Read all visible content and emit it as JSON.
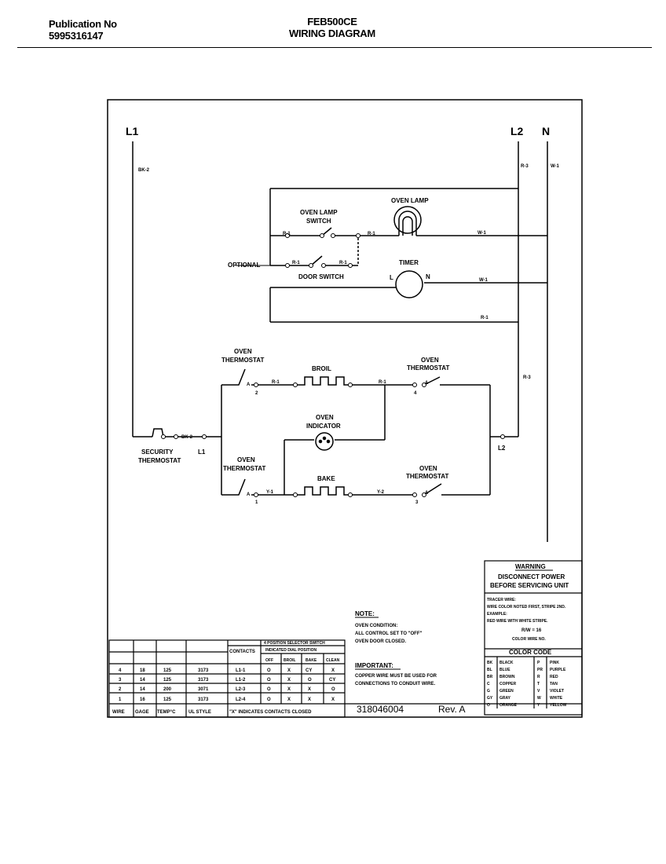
{
  "header": {
    "publication_label": "Publication No",
    "publication_number": "5995316147",
    "model": "FEB500CE",
    "title": "WIRING DIAGRAM"
  },
  "diagram": {
    "rails": {
      "l1": "L1",
      "l2": "L2",
      "n": "N"
    },
    "wires": {
      "bk2_top": "BK-2",
      "r3_top": "R-3",
      "w1_top": "W-1",
      "r1_a": "R-1",
      "r1_b": "R-1",
      "w1_lamp": "W-1",
      "r1_c": "R-1",
      "r1_d": "R-1",
      "w1_timer": "W-1",
      "r1_timer": "R-1",
      "r1_broil": "R-1",
      "r1_broil2": "R-1",
      "r3_mid": "R-3",
      "bk2_sec": "BK-2",
      "y1_bake": "Y-1",
      "y2_bake": "Y-2"
    },
    "components": {
      "oven_lamp": "OVEN LAMP",
      "oven_lamp_switch_1": "OVEN LAMP",
      "oven_lamp_switch_2": "SWITCH",
      "optional": "OPTIONAL",
      "door_switch": "DOOR SWITCH",
      "timer": "TIMER",
      "timer_l": "L",
      "timer_n": "N",
      "oven_thermostat_1a": "OVEN",
      "oven_thermostat_1b": "THERMOSTAT",
      "broil": "BROIL",
      "oven_thermostat_2a": "OVEN",
      "oven_thermostat_2b": "THERMOSTAT",
      "oven_indicator_1": "OVEN",
      "oven_indicator_2": "INDICATOR",
      "security_1": "SECURITY",
      "security_2": "THERMOSTAT",
      "l1_term": "L1",
      "l2_term": "L2",
      "oven_thermostat_3a": "OVEN",
      "oven_thermostat_3b": "THERMOSTAT",
      "bake": "BAKE",
      "oven_thermostat_4a": "OVEN",
      "oven_thermostat_4b": "THERMOSTAT",
      "t2": "2",
      "t4": "4",
      "t1": "1",
      "t3": "3",
      "ta": "A",
      "tb": "A",
      "tc": "A",
      "td": "A"
    }
  },
  "warning": {
    "title": "WARNING",
    "line1": "DISCONNECT POWER",
    "line2": "BEFORE SERVICING UNIT",
    "tracer_title": "TRACER WIRE:",
    "tracer_1": "WIRE COLOR NOTED FIRST, STRIPE 2ND.",
    "tracer_2": "EXAMPLE:",
    "tracer_3": "RED WIRE WITH WHITE STRIPE.",
    "tracer_4": "R/W = 16",
    "tracer_5": "COLOR WIRE NO."
  },
  "color_code": {
    "title": "COLOR CODE",
    "rows": [
      [
        "BK",
        "BLACK",
        "P",
        "PINK"
      ],
      [
        "BL",
        "BLUE",
        "PR",
        "PURPLE"
      ],
      [
        "BR",
        "BROWN",
        "R",
        "RED"
      ],
      [
        "C",
        "COPPER",
        "T",
        "TAN"
      ],
      [
        "G",
        "GREEN",
        "V",
        "VIOLET"
      ],
      [
        "GY",
        "GRAY",
        "W",
        "WHITE"
      ],
      [
        "O",
        "ORANGE",
        "Y",
        "YELLOW"
      ]
    ]
  },
  "notes": {
    "note_title": "NOTE:",
    "note_1": "OVEN CONDITION:",
    "note_2": "ALL CONTROL SET TO \"OFF\"",
    "note_3": "OVEN DOOR CLOSED.",
    "important_title": "IMPORTANT:",
    "important_1": "COPPER WIRE MUST BE USED FOR",
    "important_2": "CONNECTIONS TO CONDUIT WIRE."
  },
  "contacts_table": {
    "header_top": "4 POSITION SELECTOR SWITCH",
    "contacts_label": "CONTACTS",
    "sub_header": "INDICATED DIAL POSITION",
    "positions": [
      "OFF",
      "BROIL",
      "BAKE",
      "CLEAN"
    ],
    "rows": [
      {
        "wire": "4",
        "gage": "18",
        "temp": "125",
        "ul": "3173",
        "contact": "L1-1",
        "vals": [
          "O",
          "X",
          "CY",
          "X"
        ]
      },
      {
        "wire": "3",
        "gage": "14",
        "temp": "125",
        "ul": "3173",
        "contact": "L1-2",
        "vals": [
          "O",
          "X",
          "O",
          "CY"
        ]
      },
      {
        "wire": "2",
        "gage": "14",
        "temp": "200",
        "ul": "3071",
        "contact": "L2-3",
        "vals": [
          "O",
          "X",
          "X",
          "O"
        ]
      },
      {
        "wire": "1",
        "gage": "16",
        "temp": "125",
        "ul": "3173",
        "contact": "L2-4",
        "vals": [
          "O",
          "X",
          "X",
          "X"
        ]
      }
    ],
    "footer": [
      "WIRE",
      "GAGE",
      "TEMP°C",
      "UL STYLE",
      "\"X\" INDICATES CONTACTS CLOSED"
    ]
  },
  "part_number": "318046004",
  "revision": "Rev. A"
}
